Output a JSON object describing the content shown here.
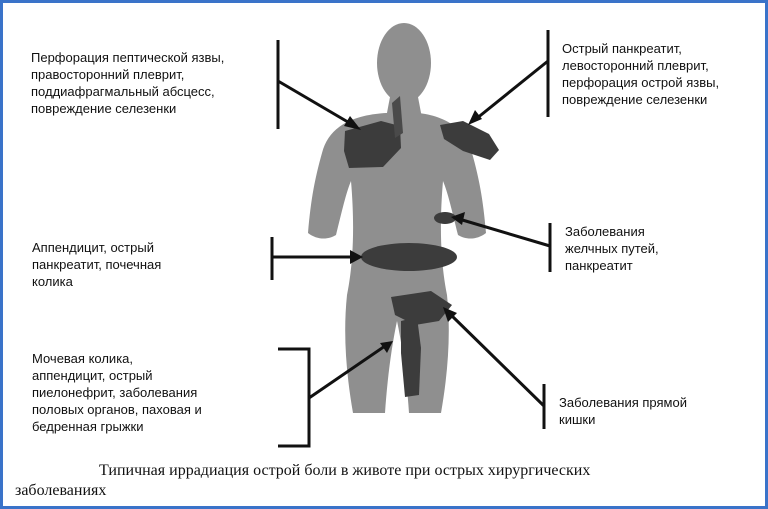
{
  "colors": {
    "frame": "#3a73c9",
    "body_silhouette": "#8f8f8f",
    "pain_zone": "#3c3c3c",
    "ink": "#111111"
  },
  "annotations": [
    {
      "id": "top-left",
      "text": "Перфорация пептической язвы,\nправосторонний плеврит,\nподдиафрагмальный абсцесс,\nповреждение селезенки"
    },
    {
      "id": "top-right",
      "text": "Острый панкреатит,\nлевосторонний плеврит,\nперфорация острой язвы,\nповреждение селезенки"
    },
    {
      "id": "mid-left",
      "text": "Аппендицит, острый\nпанкреатит, почечная\nколика"
    },
    {
      "id": "mid-right",
      "text": "Заболевания\nжелчных путей,\nпанкреатит"
    },
    {
      "id": "bottom-left",
      "text": "Мочевая колика,\nаппендицит, острый\nпиелонефрит, заболевания\nполовых органов, паховая и\nбедренная грыжки"
    },
    {
      "id": "bottom-right",
      "text": "Заболевания прямой\nкишки"
    }
  ],
  "caption": {
    "line1": "Типичная иррадиация острой боли в животе при острых хирургических",
    "line2": "заболеваниях"
  }
}
